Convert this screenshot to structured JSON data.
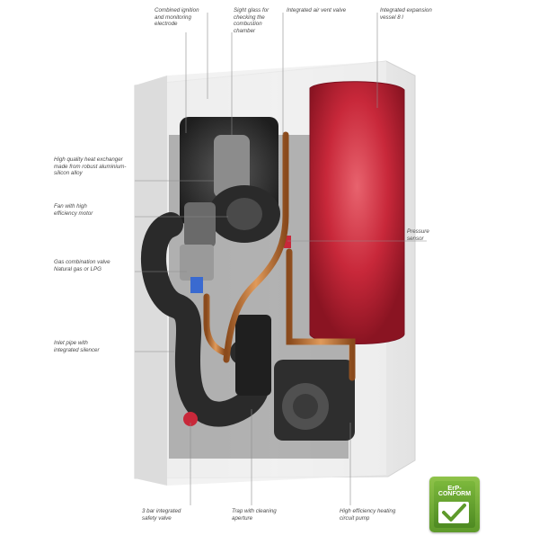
{
  "callouts": {
    "ignition_electrode": "Combined ignition\nand monitoring\nelectrode",
    "sight_glass": "Sight glass for\nchecking the\ncombustion\nchamber",
    "air_vent": "Integrated air vent valve",
    "expansion_vessel": "Integrated expansion\nvessel 8 l",
    "heat_exchanger": "High quality heat exchanger\nmade from robust aluminium-\nsilicon alloy",
    "fan": "Fan with high\nefficiency motor",
    "pressure_sensor": "Pressure\nsensor",
    "gas_valve": "Gas combination valve\nNatural gas or LPG",
    "inlet_pipe": "Inlet pipe with\nintegrated silencer",
    "safety_valve": "3 bar integrated\nsafety valve",
    "trap": "Trap with cleaning\naperture",
    "circuit_pump": "High efficiency heating\ncircuit pump"
  },
  "badge": {
    "line1": "ErP-",
    "line2": "CONFORM"
  },
  "colors": {
    "vessel_red": "#c8283a",
    "copper": "#c77a3a",
    "casing_white": "#f3f3f3",
    "badge_green": "#6aa832"
  }
}
